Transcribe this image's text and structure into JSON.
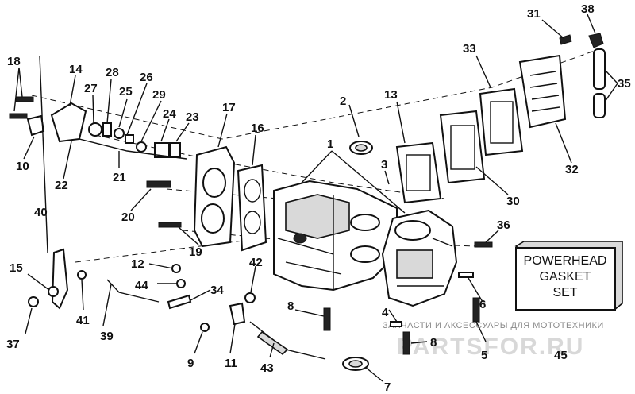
{
  "callouts": {
    "n1": "1",
    "n2": "2",
    "n3": "3",
    "n4": "4",
    "n5": "5",
    "n6": "6",
    "n7": "7",
    "n8a": "8",
    "n8b": "8",
    "n9": "9",
    "n10": "10",
    "n11": "11",
    "n12": "12",
    "n13": "13",
    "n14": "14",
    "n15": "15",
    "n16": "16",
    "n17": "17",
    "n18": "18",
    "n19": "19",
    "n20": "20",
    "n21": "21",
    "n22": "22",
    "n23": "23",
    "n24": "24",
    "n25": "25",
    "n26": "26",
    "n27": "27",
    "n28": "28",
    "n29": "29",
    "n30": "30",
    "n31": "31",
    "n32": "32",
    "n33": "33",
    "n34": "34",
    "n35": "35",
    "n36": "36",
    "n37": "37",
    "n38": "38",
    "n39": "39",
    "n40": "40",
    "n41": "41",
    "n42": "42",
    "n43": "43",
    "n44": "44",
    "n45": "45"
  },
  "gasket_set": {
    "line1": "POWERHEAD",
    "line2": "GASKET",
    "line3": "SET"
  },
  "watermark": {
    "caption": "ЗАПЧАСТИ И АКСЕССУАРЫ ДЛЯ МОТОТЕХНИКИ",
    "brand": "PARTSFOR.RU"
  }
}
